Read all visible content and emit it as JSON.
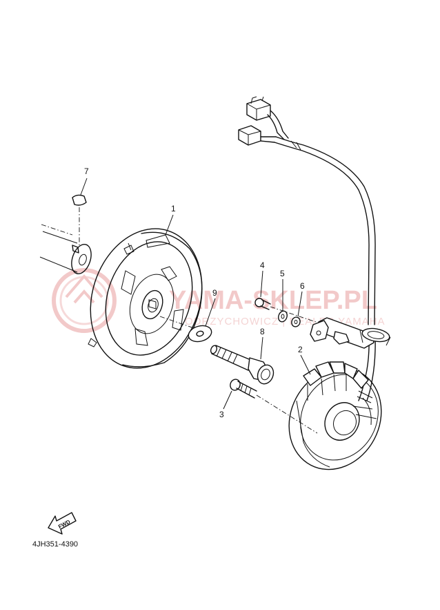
{
  "watermark": {
    "title": "YAMA-SKLEP.PL",
    "subtitle": "ODRZYCHOWICZ | DEALER YAMAHA",
    "color": "#f2c7c7"
  },
  "callouts": [
    "1",
    "2",
    "3",
    "4",
    "5",
    "6",
    "7",
    "8",
    "9"
  ],
  "direction_label": "FWD",
  "drawing_number": "4JH351-4390",
  "colors": {
    "line": "#111111",
    "background": "#ffffff"
  }
}
